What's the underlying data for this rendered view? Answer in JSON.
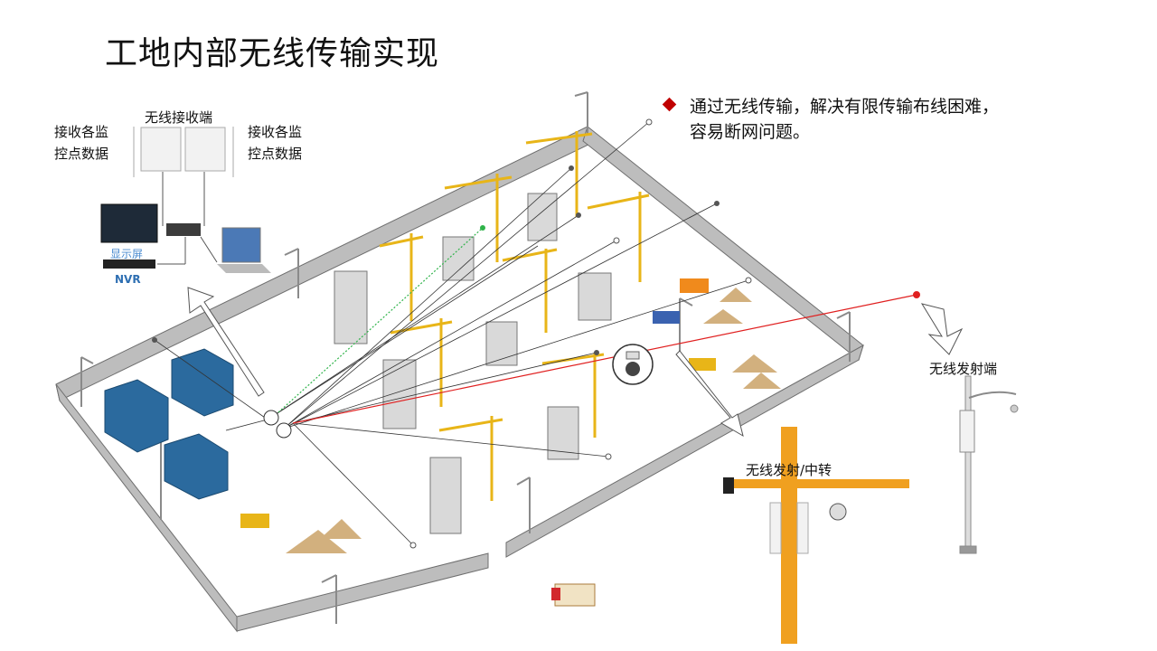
{
  "title": "工地内部无线传输实现",
  "bullet": {
    "text": "通过无线传输，解决有限传输布线困难，\n容易断网问题。"
  },
  "labels": {
    "receiver": "无线接收端",
    "receive_left": "接收各监\n控点数据",
    "receive_right": "接收各监\n控点数据",
    "display": "显示屏",
    "nvr": "NVR",
    "transmitter": "无线发射端",
    "relay": "无线发射/中转"
  },
  "colors": {
    "bullet_marker": "#c00000",
    "fence": "#8c8c8c",
    "building_blue": "#2b6a9e",
    "crane_yellow": "#e8b518",
    "sand": "#d2b07e",
    "red_link": "#e02020",
    "green_link": "#2fb34a"
  }
}
